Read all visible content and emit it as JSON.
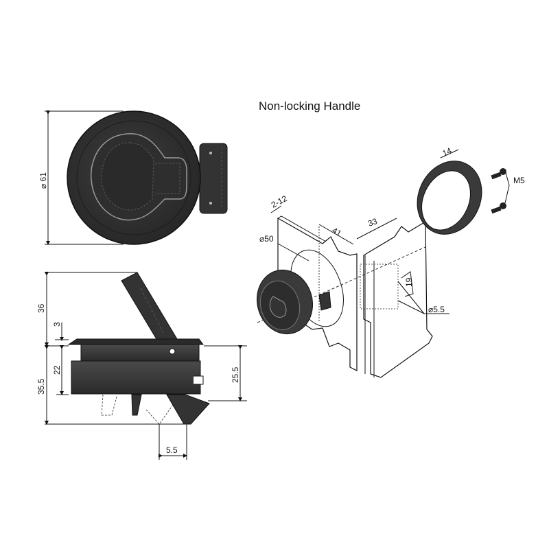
{
  "title": "Non-locking Handle",
  "views": {
    "front": {
      "dimensions": {
        "diameter": "⌀ 61"
      }
    },
    "side": {
      "dimensions": {
        "handle_raised_height": "36",
        "flange_thickness": "3",
        "body_depth": "22",
        "total_depth": "35.5",
        "latch_height": "25.5",
        "latch_offset": "5.5"
      }
    },
    "exploded": {
      "dimensions": {
        "panel_thickness": "2-12",
        "cutout_diameter": "⌀50",
        "cutout_offset": "41",
        "latch_offset": "33",
        "ring_height": "14",
        "hole_spacing": "19",
        "hole_diameter": "⌀5.5",
        "screw_size": "M5"
      }
    }
  },
  "colors": {
    "part_fill": "#3a3a3a",
    "part_dark": "#2a2a2a",
    "line": "#111111",
    "background": "#ffffff"
  }
}
